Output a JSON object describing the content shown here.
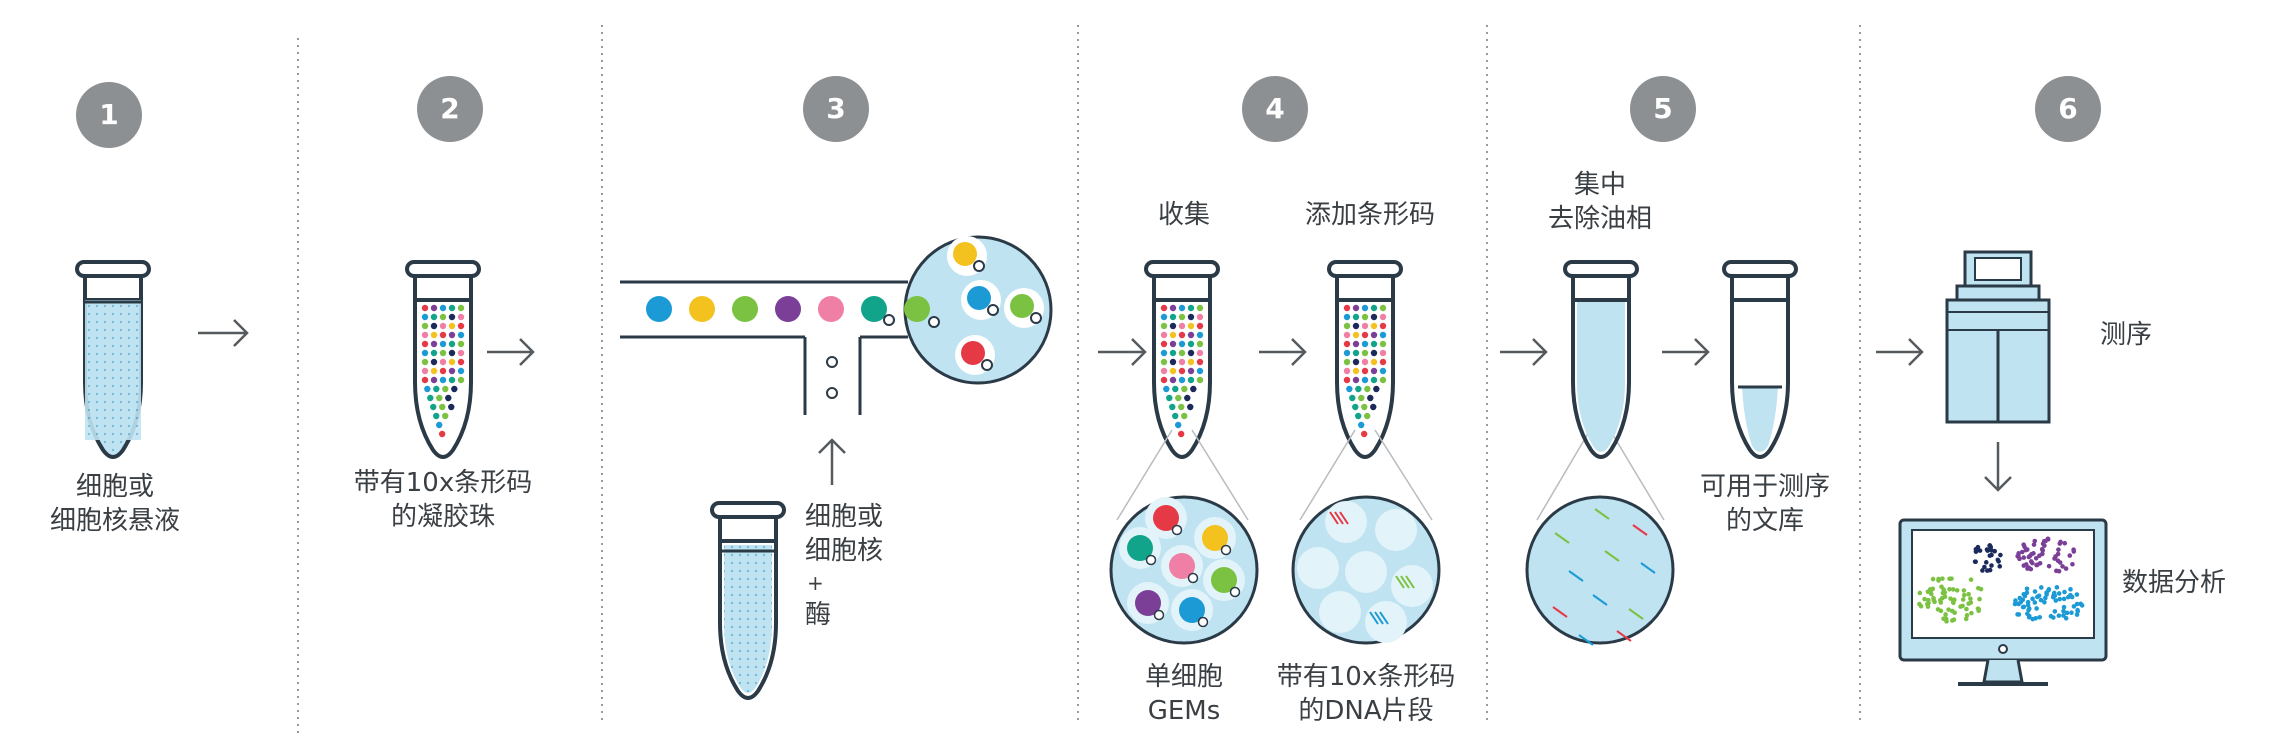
{
  "steps": [
    {
      "number": "1",
      "label_lines": [
        "细胞或",
        "细胞核悬液"
      ]
    },
    {
      "number": "2",
      "label_lines": [
        "带有10x条形码",
        "的凝胶珠"
      ]
    },
    {
      "number": "3",
      "label_lines": [
        "细胞或",
        "细胞核",
        "+",
        "酶"
      ]
    },
    {
      "number": "4",
      "top_labels": [
        "收集",
        "添加条形码"
      ],
      "bottom_labels": [
        [
          "单细胞",
          "GEMs"
        ],
        [
          "带有10x条形码",
          "的DNA片段"
        ]
      ]
    },
    {
      "number": "5",
      "top_label_lines": [
        "集中",
        "去除油相"
      ],
      "side_label_lines": [
        "可用于测序",
        "的文库"
      ]
    },
    {
      "number": "6",
      "labels": [
        "测序",
        "数据分析"
      ]
    }
  ],
  "colors": {
    "badge": "#8d9093",
    "outline": "#2b3a47",
    "liquid": "#bfe3f1",
    "divider": "#9a9a9a",
    "bead_blue": "#1c9ad6",
    "bead_yellow": "#f4c21f",
    "bead_green": "#7cc242",
    "bead_purple": "#7b3f98",
    "bead_pink": "#ef7fa4",
    "bead_teal": "#12a48a",
    "bead_red": "#e63946",
    "bead_navy": "#1b2a5a"
  },
  "icons": [
    "tube-icon",
    "arrow-right-icon",
    "arrow-up-icon",
    "arrow-down-icon",
    "microfluidic-chip-icon",
    "magnify-circle-icon",
    "sequencer-icon",
    "monitor-icon"
  ]
}
